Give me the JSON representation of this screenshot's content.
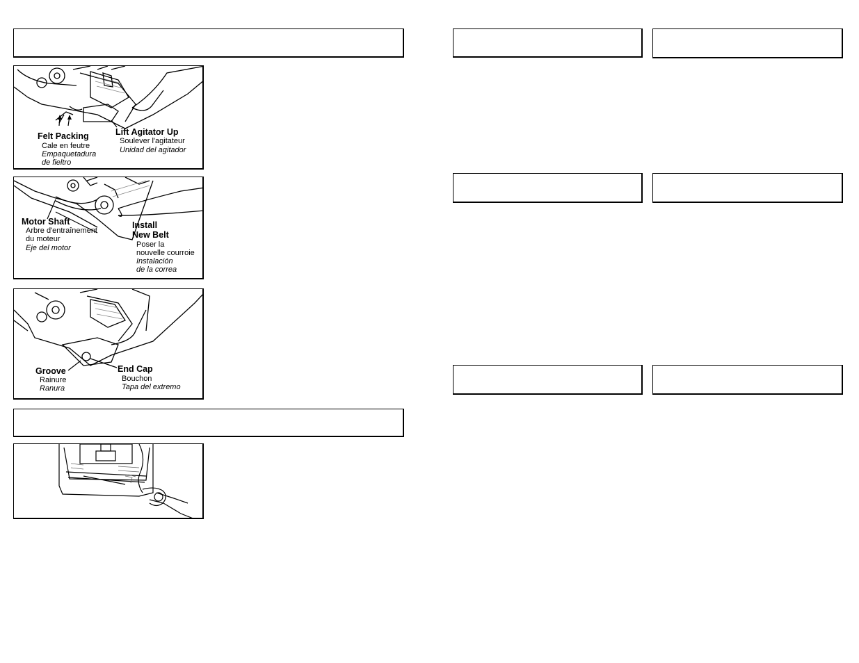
{
  "figure1": {
    "felt_packing": {
      "en": "Felt Packing",
      "fr": "Cale en feutre",
      "es1": "Empaquetadura",
      "es2": "de fieltro"
    },
    "lift_agitator": {
      "en": "Lift Agitator Up",
      "fr": "Soulever l'agitateur",
      "es": "Unidad del agitador"
    }
  },
  "figure2": {
    "motor_shaft": {
      "en": "Motor Shaft",
      "fr1": "Arbre d'entraînement",
      "fr2": "du moteur",
      "es": "Eje del motor"
    },
    "install_belt": {
      "en1": "Install",
      "en2": "New Belt",
      "fr1": "Poser la",
      "fr2": "nouvelle courroie",
      "es1": "Instalación",
      "es2": "de la correa"
    }
  },
  "figure3": {
    "groove": {
      "en": "Groove",
      "fr": "Rainure",
      "es": "Ranura"
    },
    "end_cap": {
      "en": "End Cap",
      "fr": "Bouchon",
      "es": "Tapa del extremo"
    }
  }
}
